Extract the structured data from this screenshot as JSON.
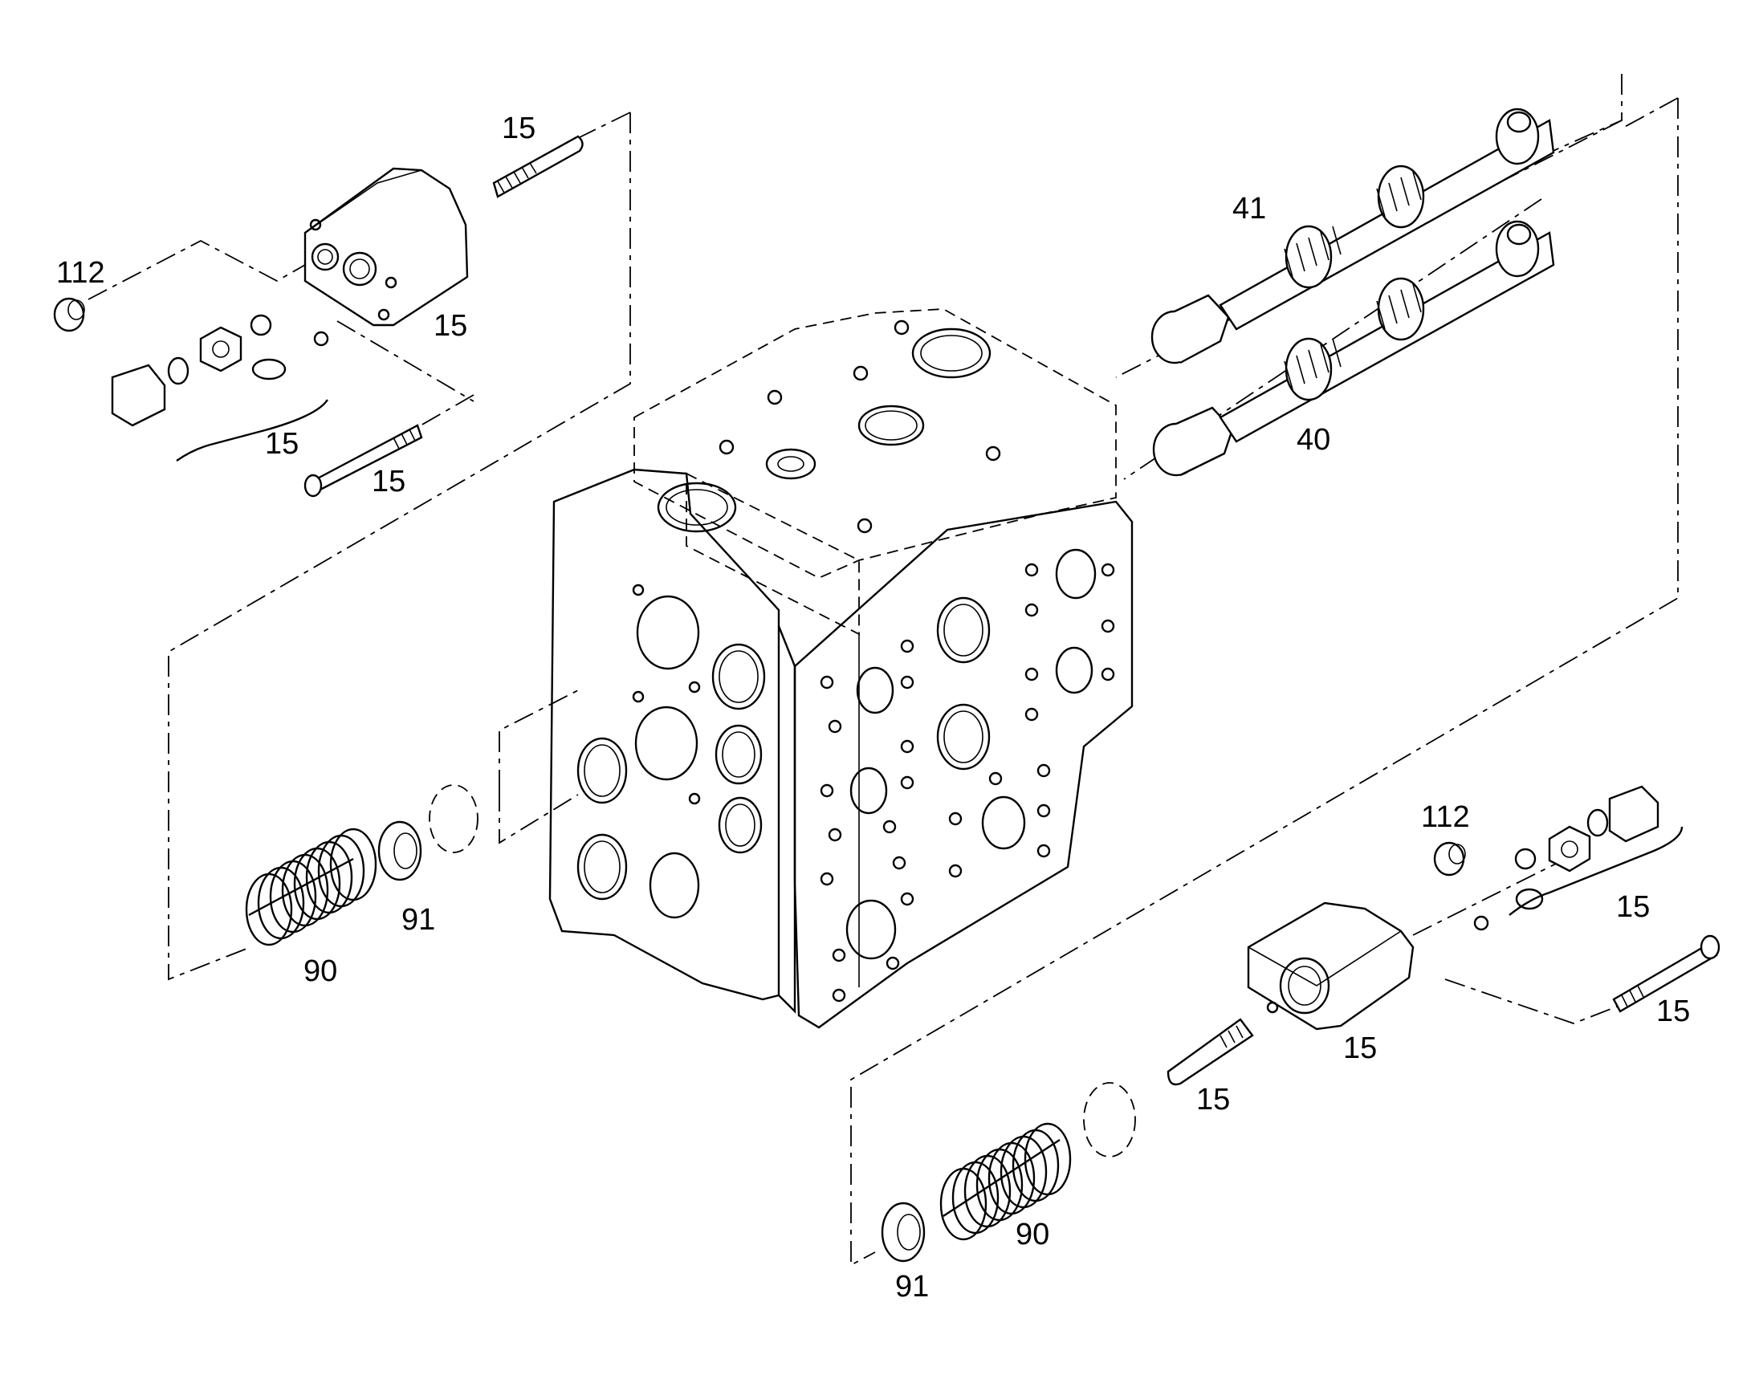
{
  "callouts": {
    "c15_top": "15",
    "c112_left": "112",
    "c15_cover_left": "15",
    "c15_bracket_left": "15",
    "c15_bolt_left": "15",
    "c41": "41",
    "c40": "40",
    "c91_left": "91",
    "c90_left": "90",
    "c112_right": "112",
    "c15_bracket_right": "15",
    "c15_bolt_right": "15",
    "c15_cover_right": "15",
    "c15_pin_right": "15",
    "c90_right": "90",
    "c91_right": "91"
  }
}
